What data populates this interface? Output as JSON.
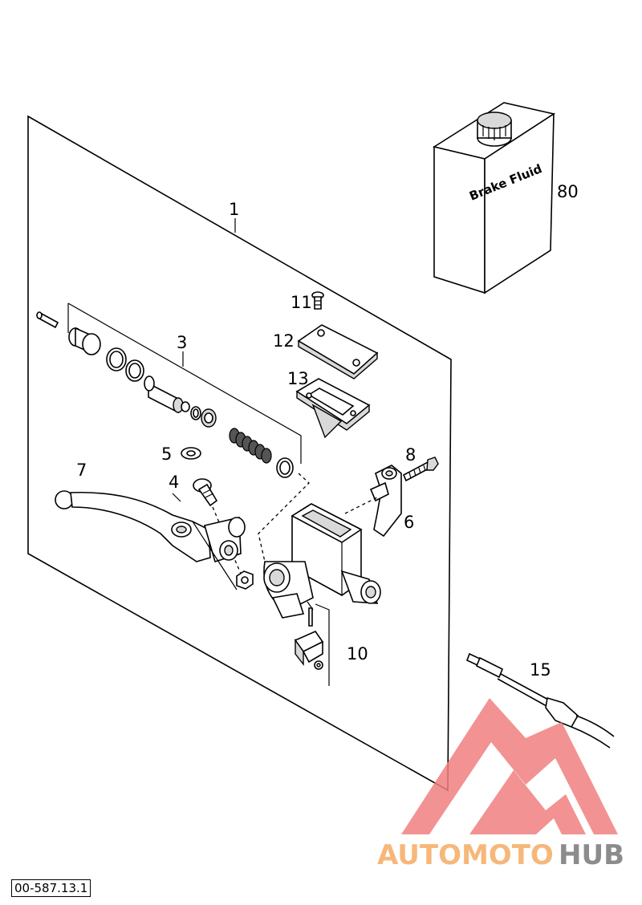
{
  "callouts": [
    {
      "id": "1",
      "text": "1"
    },
    {
      "id": "3",
      "text": "3"
    },
    {
      "id": "4",
      "text": "4"
    },
    {
      "id": "5",
      "text": "5"
    },
    {
      "id": "6",
      "text": "6"
    },
    {
      "id": "7",
      "text": "7"
    },
    {
      "id": "8",
      "text": "8"
    },
    {
      "id": "10",
      "text": "10"
    },
    {
      "id": "11",
      "text": "11"
    },
    {
      "id": "12",
      "text": "12"
    },
    {
      "id": "13",
      "text": "13"
    },
    {
      "id": "15",
      "text": "15"
    },
    {
      "id": "80",
      "text": "80"
    }
  ],
  "bottle_label": "Brake Fluid",
  "doc_ref": "00-587.13.1",
  "watermark": {
    "part1": "AUTOMOTO",
    "part2": "HUB",
    "color1": "#f6b87a",
    "color2": "#8c8c8c",
    "logo_color": "#f08080"
  }
}
